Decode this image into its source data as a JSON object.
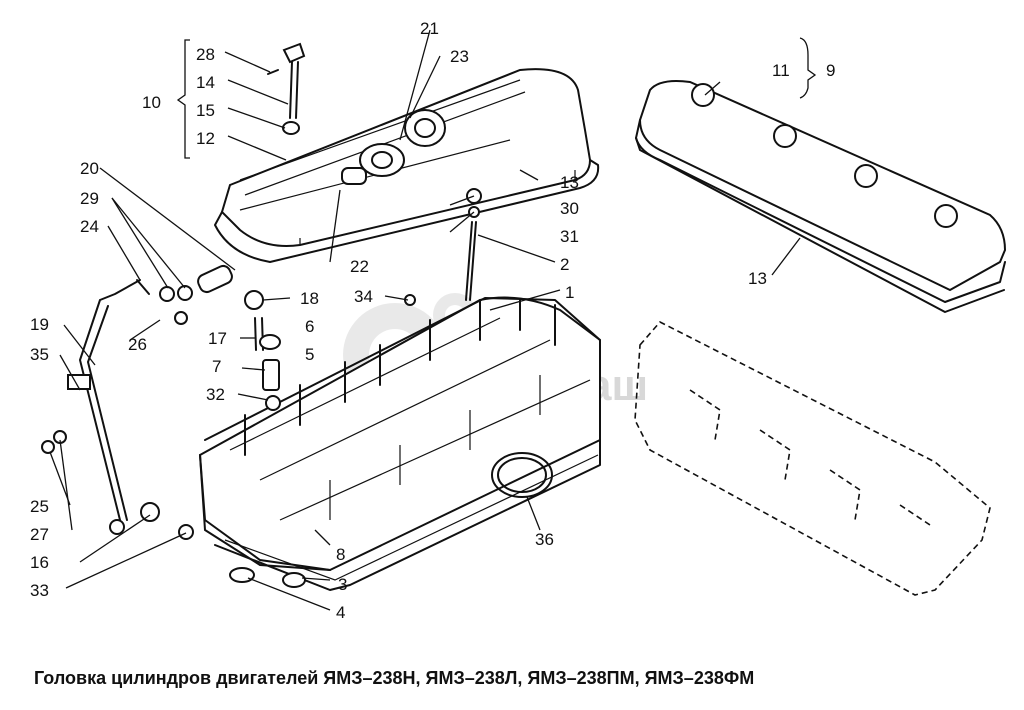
{
  "caption": "Головка цилиндров двигателей ЯМЗ–238Н, ЯМЗ–238Л, ЯМЗ–238ПМ, ЯМЗ–238ФМ",
  "watermark": "СпецМаш",
  "labels": {
    "l1": "1",
    "l2": "2",
    "l3": "3",
    "l4": "4",
    "l5": "5",
    "l6": "6",
    "l7": "7",
    "l8": "8",
    "l9": "9",
    "l10": "10",
    "l11": "11",
    "l12": "12",
    "l13a": "13",
    "l13b": "13",
    "l14": "14",
    "l15": "15",
    "l16": "16",
    "l17": "17",
    "l18": "18",
    "l19": "19",
    "l20": "20",
    "l21": "21",
    "l22": "22",
    "l23": "23",
    "l24": "24",
    "l25": "25",
    "l26": "26",
    "l27": "27",
    "l28": "28",
    "l29": "29",
    "l30": "30",
    "l31": "31",
    "l32": "32",
    "l33": "33",
    "l34": "34",
    "l35": "35",
    "l36": "36"
  }
}
